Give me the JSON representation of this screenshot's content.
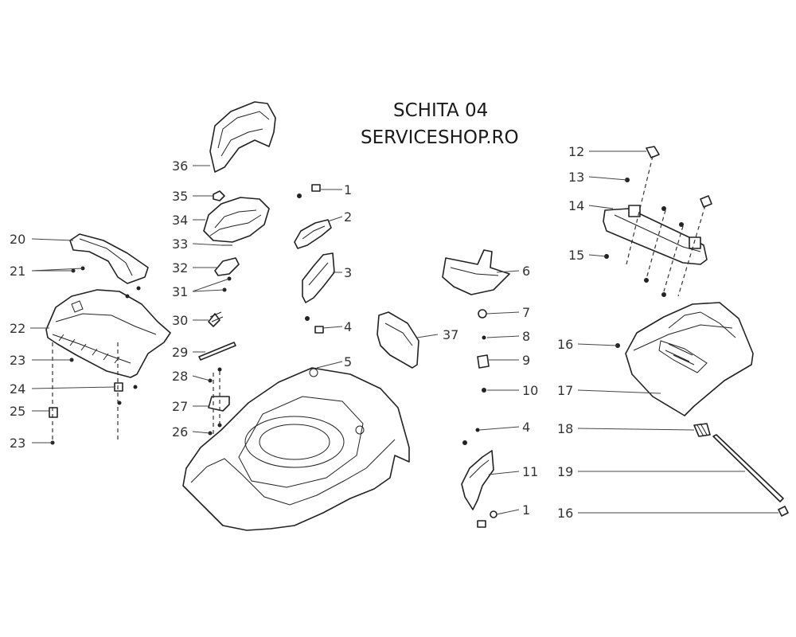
{
  "header": {
    "title": "SCHITA 04",
    "subtitle": "SERVICESHOP.RO"
  },
  "callouts": [
    "1",
    "2",
    "3",
    "4",
    "5",
    "6",
    "7",
    "8",
    "9",
    "10",
    "11",
    "12",
    "13",
    "14",
    "15",
    "16",
    "17",
    "18",
    "19",
    "20",
    "21",
    "22",
    "23",
    "24",
    "25",
    "26",
    "27",
    "28",
    "29",
    "30",
    "31",
    "32",
    "33",
    "34",
    "35",
    "36",
    "37"
  ]
}
